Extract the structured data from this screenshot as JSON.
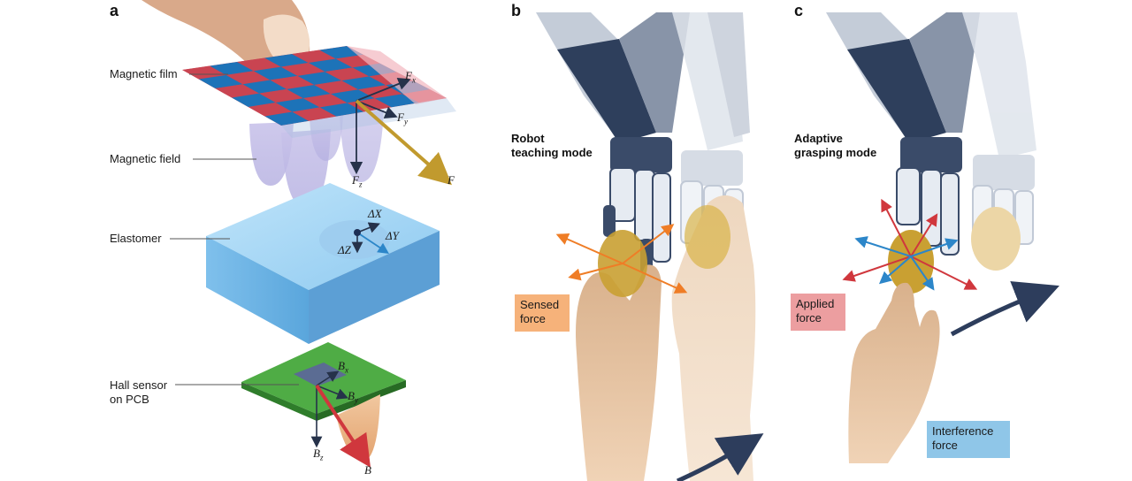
{
  "panels": {
    "a": "a",
    "b": "b",
    "c": "c"
  },
  "panel_a": {
    "magnetic_film": "Magnetic film",
    "magnetic_field": "Magnetic field",
    "elastomer": "Elastomer",
    "hall_sensor_line1": "Hall sensor",
    "hall_sensor_line2": "on PCB",
    "fx": "F",
    "fx_sub": "x",
    "fy": "F",
    "fy_sub": "y",
    "fz": "F",
    "fz_sub": "z",
    "f": "F",
    "dx": "ΔX",
    "dy": "ΔY",
    "dz": "ΔZ",
    "bx": "B",
    "bx_sub": "x",
    "by": "B",
    "by_sub": "y",
    "bz": "B",
    "bz_sub": "z",
    "b": "B"
  },
  "panel_b": {
    "mode_line1": "Robot",
    "mode_line2": "teaching mode",
    "tag_line1": "Sensed",
    "tag_line2": "force"
  },
  "panel_c": {
    "mode_line1": "Adaptive",
    "mode_line2": "grasping mode",
    "tag1_line1": "Applied",
    "tag1_line2": "force",
    "tag2_line1": "Interference",
    "tag2_line2": "force"
  },
  "colors": {
    "checker_red": "#c94451",
    "checker_blue": "#1d73b8",
    "elastomer": "#6fb6e6",
    "pcb_green": "#3f9b3c",
    "robot_dark": "#2e3f5c",
    "skin": "#e9c29f",
    "object": "#c9a032",
    "sensed_tag": "#f6b27a",
    "applied_tag": "#ec9ea0",
    "interference_tag": "#8fc6e8",
    "force_orange": "#ef7d26",
    "force_red": "#d0373d",
    "force_blue": "#2c86c9",
    "arrow_navy": "#2d3d5c",
    "gold_arrow": "#c19a2e"
  }
}
